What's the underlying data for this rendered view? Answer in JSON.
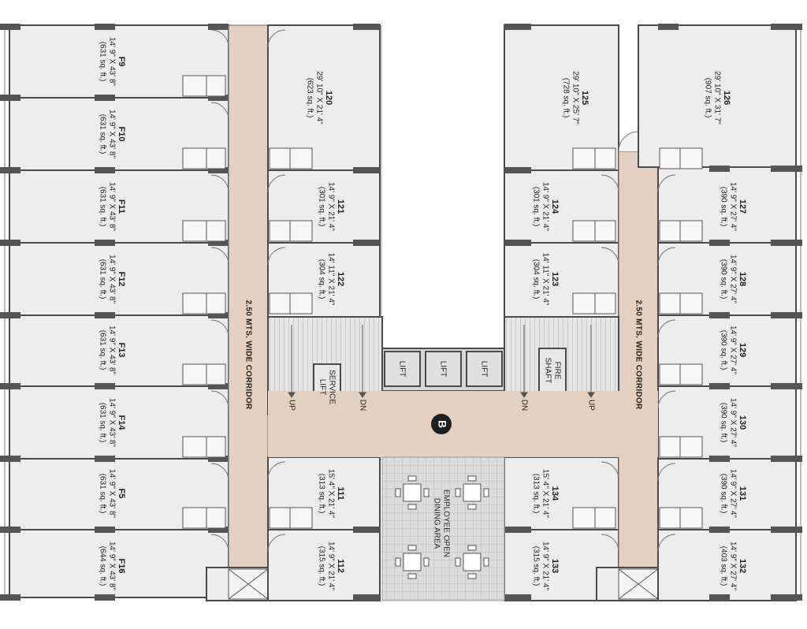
{
  "units": {
    "F9": {
      "name": "F9",
      "dim": "14' 9\" X 43' 8\"",
      "area": "(631 sq. ft.)"
    },
    "F10": {
      "name": "F10",
      "dim": "14' 9\" X 43' 8\"",
      "area": "(631 sq. ft.)"
    },
    "F11": {
      "name": "F11",
      "dim": "14' 9\" X 43' 8\"",
      "area": "(631 sq. ft.)"
    },
    "F12": {
      "name": "F12",
      "dim": "14' 9\" X 43' 8\"",
      "area": "(631 sq. ft.)"
    },
    "F13": {
      "name": "F13",
      "dim": "14' 9\" X 43' 8\"",
      "area": "(631 sq. ft.)"
    },
    "F14": {
      "name": "F14",
      "dim": "14' 9\" X 43' 8\"",
      "area": "(631 sq. ft.)"
    },
    "F5": {
      "name": "F5",
      "dim": "14' 9\" X 43' 8\"",
      "area": "(631 sq. ft.)"
    },
    "F16": {
      "name": "F16",
      "dim": "14' 9\" X 43' 8\"",
      "area": "(644 sq. ft.)"
    },
    "u120": {
      "name": "120",
      "dim": "29' 10\" X 21' 4\"",
      "area": "(623 sq. ft.)"
    },
    "u121": {
      "name": "121",
      "dim": "14' 9\" X 21' 4\"",
      "area": "(301 sq. ft.)"
    },
    "u122": {
      "name": "122",
      "dim": "14' 11\" X 21' 4\"",
      "area": "(304 sq. ft.)"
    },
    "u111": {
      "name": "111",
      "dim": "15' 4\" X 21' 4\"",
      "area": "(313 sq. ft.)"
    },
    "u112": {
      "name": "112",
      "dim": "14' 9\" X 21' 4\"",
      "area": "(315 sq. ft.)"
    },
    "u125": {
      "name": "125",
      "dim": "29' 10\" X 25' 7\"",
      "area": "(728 sq. ft.)"
    },
    "u126": {
      "name": "126",
      "dim": "29' 10\" X 31' 7\"",
      "area": "(907 sq. ft.)"
    },
    "u124": {
      "name": "124",
      "dim": "14' 9\" X 21' 4\"",
      "area": "(301 sq. ft.)"
    },
    "u123": {
      "name": "123",
      "dim": "14' 11\" X 21' 4\"",
      "area": "(304 sq. ft.)"
    },
    "u134": {
      "name": "134",
      "dim": "15' 4\" X 21' 4\"",
      "area": "(313 sq. ft.)"
    },
    "u133": {
      "name": "133",
      "dim": "14' 9\" X 21' 4\"",
      "area": "(315 sq. ft.)"
    },
    "u127": {
      "name": "127",
      "dim": "14' 9\" X 27' 4\"",
      "area": "(390 sq. ft.)"
    },
    "u128": {
      "name": "128",
      "dim": "14' 9\" X 27' 4\"",
      "area": "(390 sq. ft.)"
    },
    "u129": {
      "name": "129",
      "dim": "14' 9\" X 27' 4\"",
      "area": "(390 sq. ft.)"
    },
    "u130": {
      "name": "130",
      "dim": "14' 9\" X 27' 4\"",
      "area": "(390 sq. ft.)"
    },
    "u131": {
      "name": "131",
      "dim": "14' 9\" X 27' 4\"",
      "area": "(390 sq. ft.)"
    },
    "u132": {
      "name": "132",
      "dim": "14' 9\" X 27' 4\"",
      "area": "(403 sq. ft.)"
    }
  },
  "corridor_label": "2.50 MTS. WIDE CORRIDOR",
  "lift_label": "LIFT",
  "service_lift_label": [
    "SERVICE",
    "LIFT"
  ],
  "fire_shaft_label": [
    "FIRE",
    "SHAFT"
  ],
  "stair_up": "UP",
  "stair_down": "DN",
  "block_label": "B",
  "dining_label": [
    "EMPLOYEE OPEN",
    "DINING AREA"
  ],
  "colors": {
    "corridor": "#e3d0c0",
    "unit_fill": "#ededed",
    "wall": "#4a4a4a",
    "dining_grid": "#bcbcbc",
    "block_badge": "#1f1f1f"
  }
}
